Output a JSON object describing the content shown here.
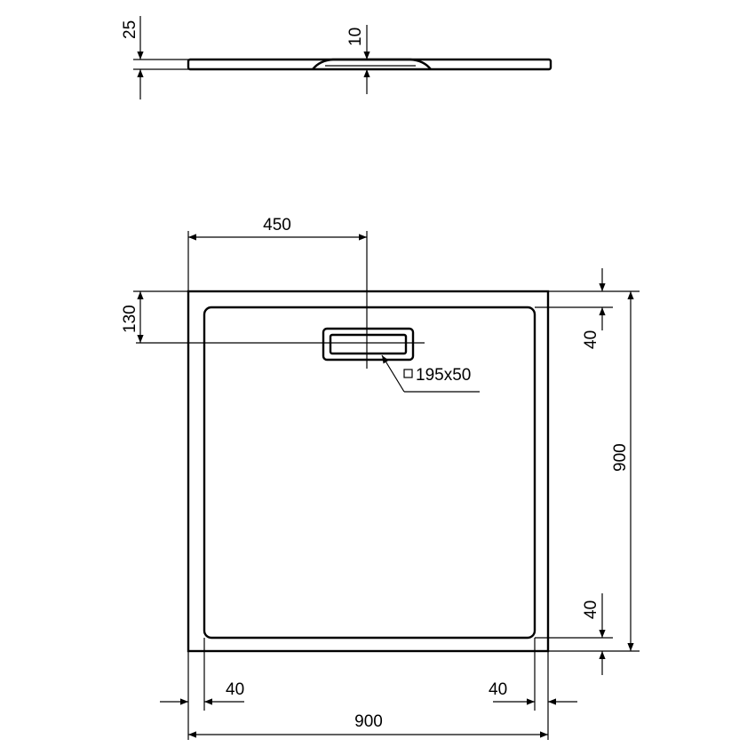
{
  "profile_view": {
    "height_label": "25",
    "drain_depth_label": "10"
  },
  "plan_view": {
    "drain_offset_x_label": "450",
    "drain_offset_y_label": "130",
    "drain_size_label": "195x50",
    "drain_size_symbol": "square-icon",
    "rim_top_label": "40",
    "rim_bottom_label": "40",
    "rim_left_label": "40",
    "rim_right_label": "40",
    "depth_label": "900",
    "width_label": "900"
  },
  "colors": {
    "line": "#000000",
    "background": "#ffffff"
  }
}
